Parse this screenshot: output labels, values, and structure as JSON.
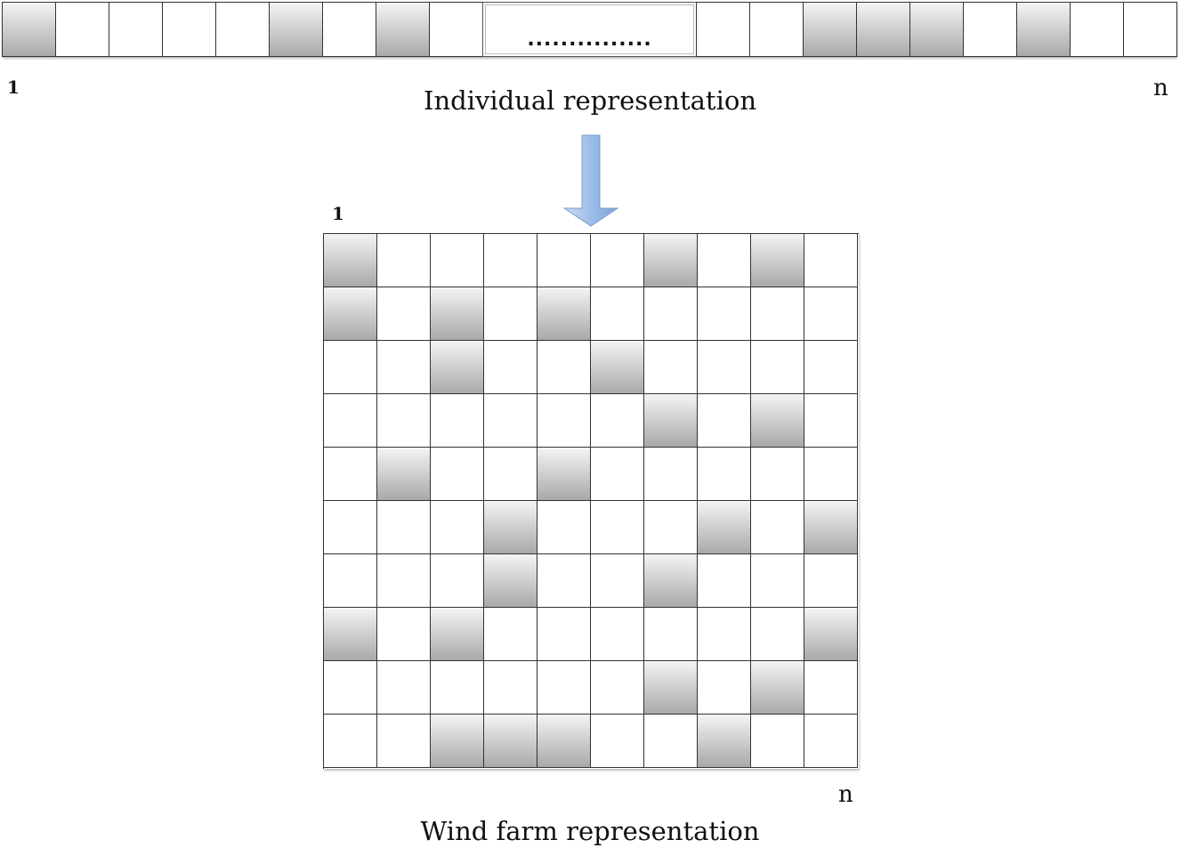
{
  "strip": {
    "cells": [
      1,
      0,
      0,
      0,
      0,
      1,
      0,
      1,
      0,
      "gap",
      0,
      0,
      1,
      1,
      1,
      0,
      1,
      0,
      0
    ],
    "ellipsis_text": "...............",
    "label_start": "1",
    "label_end": "n"
  },
  "caption_top": "Individual representation",
  "grid": {
    "label_start": "1",
    "label_end": "n",
    "rows": [
      [
        1,
        0,
        0,
        0,
        0,
        0,
        1,
        0,
        1,
        0
      ],
      [
        1,
        0,
        1,
        0,
        1,
        0,
        0,
        0,
        0,
        0
      ],
      [
        0,
        0,
        1,
        0,
        0,
        1,
        0,
        0,
        0,
        0
      ],
      [
        0,
        0,
        0,
        0,
        0,
        0,
        1,
        0,
        1,
        0
      ],
      [
        0,
        1,
        0,
        0,
        1,
        0,
        0,
        0,
        0,
        0
      ],
      [
        0,
        0,
        0,
        1,
        0,
        0,
        0,
        1,
        0,
        1
      ],
      [
        0,
        0,
        0,
        1,
        0,
        0,
        1,
        0,
        0,
        0
      ],
      [
        1,
        0,
        1,
        0,
        0,
        0,
        0,
        0,
        0,
        1
      ],
      [
        0,
        0,
        0,
        0,
        0,
        0,
        1,
        0,
        1,
        0
      ],
      [
        0,
        0,
        1,
        1,
        1,
        0,
        0,
        1,
        0,
        0
      ]
    ]
  },
  "caption_bottom": "Wind farm representation",
  "colors": {
    "cell_border": "#333333",
    "filled_top": "#f4f4f4",
    "filled_bottom": "#a9a9a9",
    "arrow": "#9dbde8"
  }
}
